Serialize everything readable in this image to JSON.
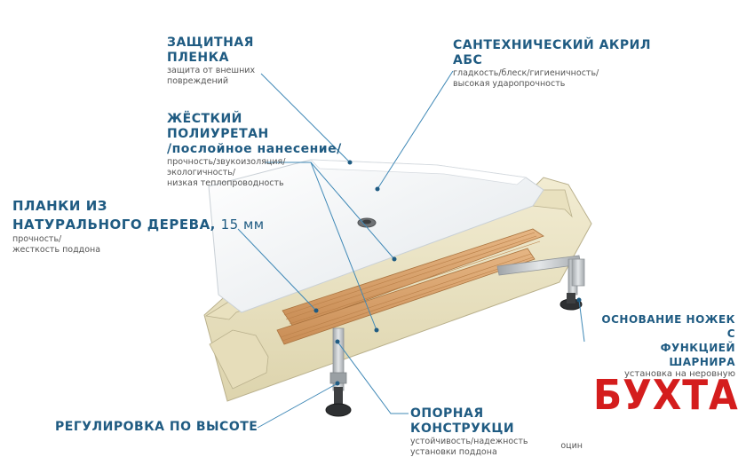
{
  "labels": {
    "protective_film": {
      "title_line1": "ЗАЩИТНАЯ",
      "title_line2": "ПЛЕНКА",
      "desc_line1": "защита от внешних",
      "desc_line2": "повреждений"
    },
    "acrylic": {
      "title_line1": "САНТЕХНИЧЕСКИЙ АКРИЛ",
      "title_line2": "АБС",
      "desc_line1": "гладкость/блеск/гигиеничность/",
      "desc_line2": "высокая ударопрочность"
    },
    "polyurethane": {
      "title_line1": "ЖЁСТКИЙ",
      "title_line2": "ПОЛИУРЕТАН",
      "title_line3": "/послойное нанесение/",
      "desc_line1": "прочность/звукоизоляция/",
      "desc_line2": "экологичность/",
      "desc_line3": "низкая теплопроводность"
    },
    "wood_planks": {
      "title_line1": "ПЛАНКИ ИЗ",
      "title_line2": "НАТУРАЛЬНОГО ДЕРЕВА,",
      "title_size": "15 мм",
      "desc_line1": "прочность/",
      "desc_line2": "жесткость поддона"
    },
    "leg_base": {
      "title_line1": "ОСНОВАНИЕ НОЖЕК С",
      "title_line2": "ФУНКЦИЕЙ ШАРНИРА",
      "desc_line1": "установка на неровную"
    },
    "height_adjust": {
      "title_line1": "РЕГУЛИРОВКА ПО ВЫСОТЕ"
    },
    "support": {
      "title_line1": "ОПОРНАЯ КОНСТРУКЦИ",
      "desc_line1": "устойчивость/надежность",
      "desc_line2": "установки поддона",
      "desc_tail": "оцин"
    }
  },
  "brand": {
    "text": "БУХТА",
    "color": "#d41d1d"
  },
  "colors": {
    "accent": "#1f5b82",
    "leader": "#3f88b6",
    "acrylic": "#f4f6f7",
    "polyurethane": "#ece6c6",
    "wood": "#d9a46d",
    "metal": "#bfc3c6"
  }
}
